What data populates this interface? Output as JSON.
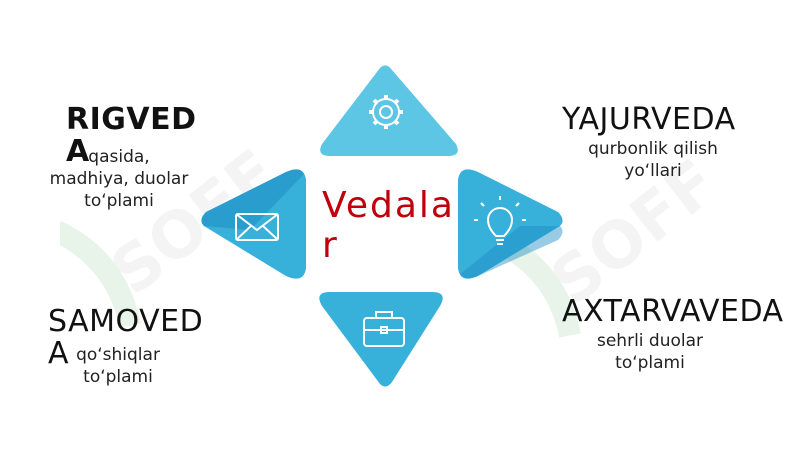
{
  "diagram": {
    "center_title": "Vedalar",
    "accent_color": "#c0000b",
    "shape_colors": {
      "light": "#5cc6e4",
      "dark": "#1d9fd1"
    },
    "items": [
      {
        "title": "RIGVEDA",
        "description": "qasida,\nmadhiya, duolar\nto‘plami",
        "icon": "envelope-icon"
      },
      {
        "title": "YAJURVEDA",
        "description": "qurbonlik qilish\nyo‘llari",
        "icon": "lightbulb-icon"
      },
      {
        "title": "SAMOVEDA",
        "description": "qo‘shiqlar\nto‘plami",
        "icon": "briefcase-icon"
      },
      {
        "title": "AXTARVAVEDA",
        "description": "sehrli duolar\nto‘plami",
        "icon": "gear-icon"
      }
    ],
    "watermark": {
      "text": "SOFF"
    }
  }
}
